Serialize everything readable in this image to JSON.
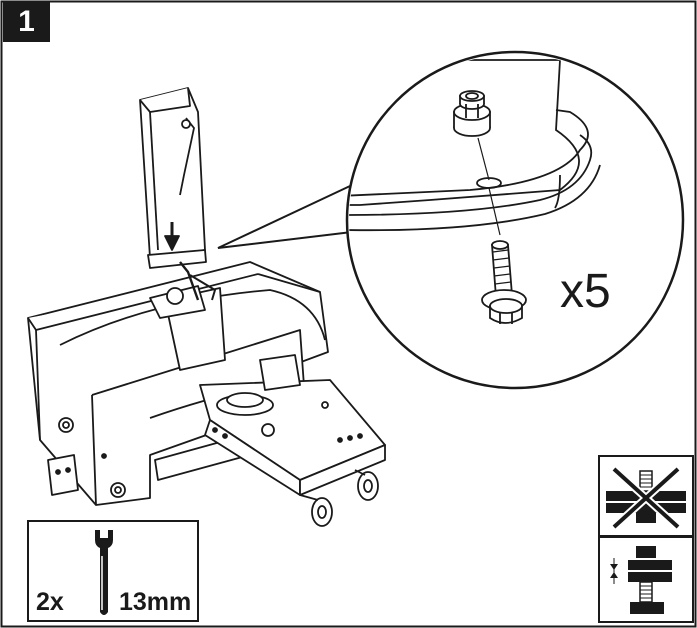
{
  "step": {
    "number": "1"
  },
  "detail": {
    "quantity_label": "x5"
  },
  "tools": {
    "quantity": "2x",
    "size": "13mm",
    "icon": "wrench-icon"
  },
  "notes": {
    "wrong_icon": "incorrect-assembly-icon",
    "right_icon": "correct-assembly-icon"
  }
}
